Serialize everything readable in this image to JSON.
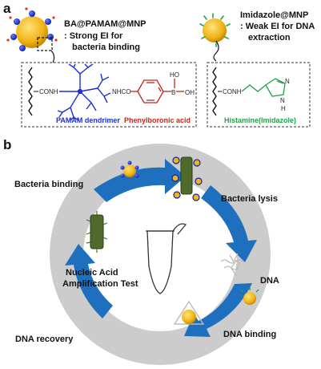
{
  "panel_a": {
    "letter": "a",
    "ba_title": "BA@PAMAM@MNP",
    "ba_desc_line1": ": Strong EI for",
    "ba_desc_line2": "bacteria binding",
    "im_title": "Imidazole@MNP",
    "im_desc_line1": ": Weak EI for DNA",
    "im_desc_line2": "extraction",
    "conh_left": "CONH",
    "nhco": "NHCO",
    "oh_top": "HO",
    "oh_right": "OH",
    "boron": "B",
    "pamam_caption": "PAMAM dendrimer",
    "pba_caption": "Phenylboronic acid",
    "conh_right": "CONH",
    "nh_ring": "N",
    "h_ring": "H",
    "n_ring_top": "N",
    "histamine_caption": "Histamine(Imidazole)",
    "colors": {
      "pamam": "#1f2fd1",
      "pba": "#c0281c",
      "histamine": "#1fa34a",
      "bead": "#f1b316"
    }
  },
  "panel_b": {
    "letter": "b",
    "steps": {
      "bacteria_binding": "Bacteria binding",
      "bacteria_lysis": "Bacteria lysis",
      "dna": "DNA",
      "dna_binding": "DNA binding",
      "dna_recovery": "DNA recovery",
      "naat_line1": "Nucleic Acid",
      "naat_line2": "Amplification Test"
    },
    "colors": {
      "ring": "#c8c8c8",
      "arrow": "#1f6fbf",
      "bacteria": "#4f6a2a"
    }
  }
}
